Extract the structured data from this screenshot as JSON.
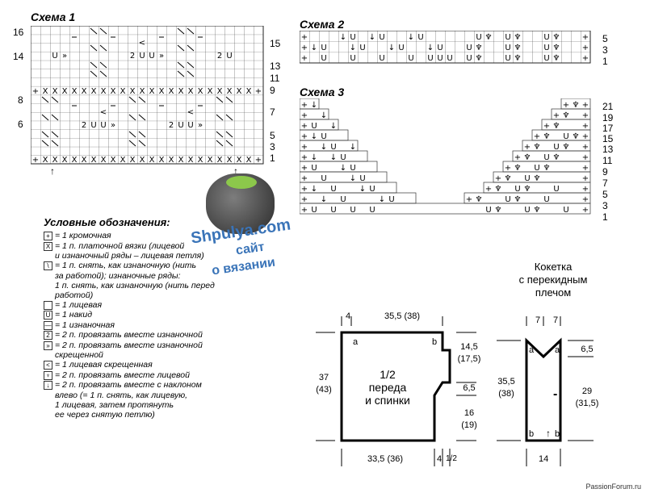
{
  "schemes": {
    "s1_title": "Схема 1",
    "s2_title": "Схема 2",
    "s3_title": "Схема 3",
    "s1_left_rows": [
      "16",
      "14",
      "8",
      "6"
    ],
    "s1_right_rows": [
      "15",
      "13",
      "11",
      "9",
      "7",
      "5",
      "3",
      "1"
    ],
    "s2_right_rows": [
      "5",
      "3",
      "1"
    ],
    "s3_right_rows": [
      "21",
      "19",
      "17",
      "15",
      "13",
      "11",
      "9",
      "7",
      "5",
      "3",
      "1"
    ]
  },
  "legend": {
    "heading": "Условные обозначения:",
    "items": [
      {
        "sym": "+",
        "lines": [
          "= 1 кромочная"
        ]
      },
      {
        "sym": "X",
        "lines": [
          "= 1 п. платочной вязки (лицевой",
          "и изнаночный ряды – лицевая петля)"
        ]
      },
      {
        "sym": "\\",
        "lines": [
          "= 1 п. снять, как изнаночную (нить",
          "за работой); изнаночные ряды:",
          "1 п. снять, как изнаночную (нить перед",
          "работой)"
        ]
      },
      {
        "sym": "",
        "lines": [
          "= 1 лицевая"
        ]
      },
      {
        "sym": "U",
        "lines": [
          "= 1 накид"
        ]
      },
      {
        "sym": "—",
        "lines": [
          "= 1 изнаночная"
        ]
      },
      {
        "sym": "2",
        "lines": [
          "= 2 п. провязать вместе изнаночной"
        ]
      },
      {
        "sym": "»",
        "lines": [
          "= 2 п. провязать вместе изнаночной",
          "скрещенной"
        ]
      },
      {
        "sym": "<",
        "lines": [
          "= 1 лицевая скрещенная"
        ]
      },
      {
        "sym": "♆",
        "lines": [
          "= 2 п. провязать вместе лицевой"
        ]
      },
      {
        "sym": "↓",
        "lines": [
          "= 2 п. провязать вместе с наклоном",
          "влево (= 1 п. снять, как лицевую,",
          "1 лицевая, затем протянуть",
          "ее через снятую петлю)"
        ]
      }
    ]
  },
  "watermark": {
    "line1": "Shpulya.com",
    "line2": "сайт",
    "line3": "о вязании"
  },
  "pattern_front": {
    "label_l1": "1/2",
    "label_l2": "переда",
    "label_l3": "и спинки",
    "dim_top_small": "4",
    "dim_top": "35,5 (38)",
    "dim_left_a": "37",
    "dim_left_b": "(43)",
    "dim_r1_a": "14,5",
    "dim_r1_b": "(17,5)",
    "dim_r2": "6,5",
    "dim_r3_a": "16",
    "dim_r3_b": "(19)",
    "dim_bottom": "33,5 (36)",
    "dim_bottom_small": "4",
    "dim_bottom_frac": "1/2",
    "mark_a": "a",
    "mark_b": "b"
  },
  "pattern_yoke": {
    "title_l1": "Кокетка",
    "title_l2": "с перекидным",
    "title_l3": "плечом",
    "dim_top1": "7",
    "dim_top2": "7",
    "dim_left_a": "35,5",
    "dim_left_b": "(38)",
    "dim_r1": "6,5",
    "dim_r2_a": "29",
    "dim_r2_b": "(31,5)",
    "dim_bottom": "14",
    "mark_a": "a",
    "mark_b": "b",
    "center_mark": "-"
  },
  "footer": "PassionForum.ru"
}
